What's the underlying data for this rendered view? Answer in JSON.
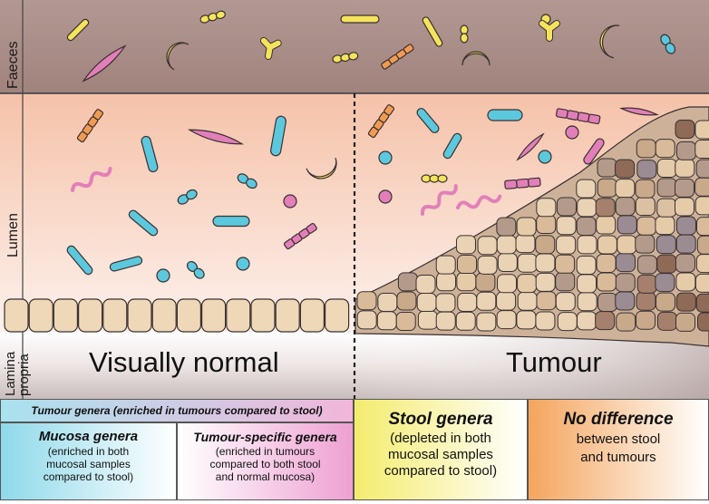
{
  "zones": {
    "faeces": "Faeces",
    "lumen": "Lumen",
    "lamina_propria_line1": "Lamina",
    "lamina_propria_line2": "propria"
  },
  "regions": {
    "normal": "Visually normal",
    "tumour": "Tumour"
  },
  "legend": {
    "tumour_genera_header": "Tumour genera (enriched in tumours compared to stool)",
    "mucosa": {
      "title": "Mucosa genera",
      "lines": [
        "(enriched in both",
        "mucosal samples",
        "compared to stool)"
      ],
      "color": "#7fd3e8"
    },
    "tumour_specific": {
      "title": "Tumour-specific genera",
      "lines": [
        "(enriched in tumours",
        "compared to both stool",
        "and normal mucosa)"
      ],
      "color": "#e99ccf"
    },
    "stool": {
      "title": "Stool genera",
      "lines": [
        "(depleted in both",
        "mucosal samples",
        "compared to stool)"
      ],
      "color": "#f3ec7a"
    },
    "no_difference": {
      "title": "No difference",
      "lines": [
        "between stool",
        "and tumours"
      ],
      "color": "#f3a760"
    }
  },
  "colors": {
    "faeces_band": "#a88f8a",
    "lumen_top": "#f6c7b1",
    "lamina": "#bfb1b0",
    "cell_normal": "#eed8b8",
    "cell_tumour_dark": "#a98870",
    "cyan": "#5cc8dd",
    "pink": "#e27fb9",
    "yellow": "#f4e45c",
    "orange": "#f19b52"
  }
}
